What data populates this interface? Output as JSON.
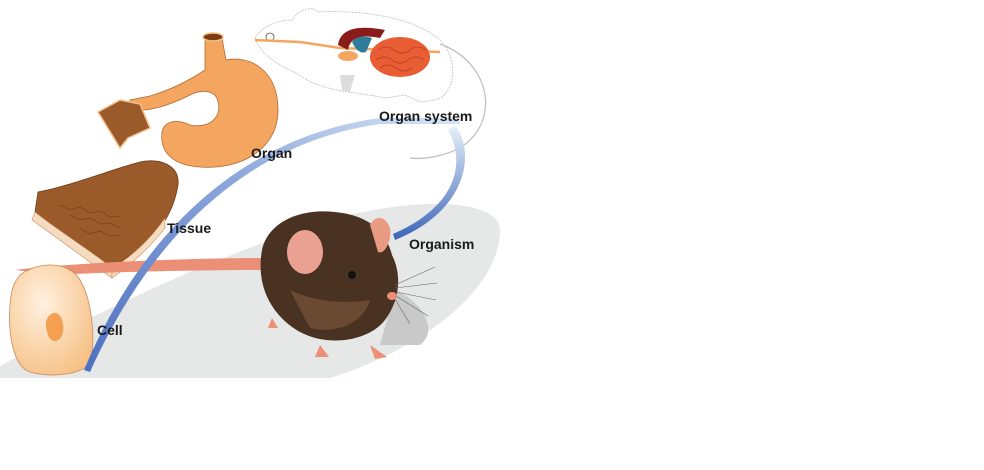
{
  "diagram": {
    "labels": {
      "cell": "Cell",
      "tissue": "Tissue",
      "organ": "Organ",
      "organ_system": "Organ system",
      "organism": "Organism"
    },
    "colors": {
      "arrow": "#5b7cc4",
      "ground": "#e6e7e7",
      "organ": "#f4a560",
      "tissue": "#9b5a2a",
      "cell": "#fbd3a4",
      "mouse_fur": "#4a3222",
      "mouse_skin": "#eb8f77"
    }
  }
}
